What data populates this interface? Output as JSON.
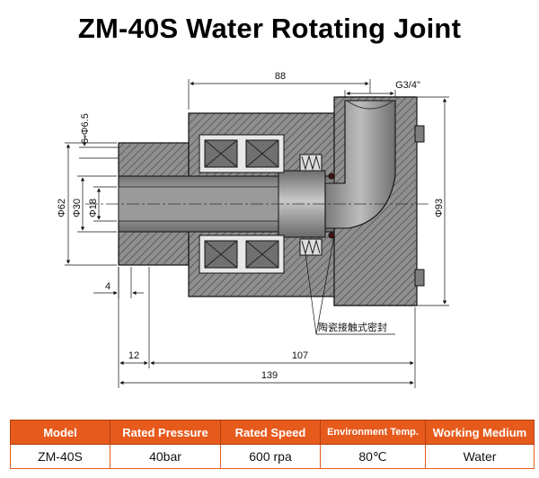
{
  "title": "ZM-40S Water Rotating Joint",
  "dimensions": {
    "overall_length_top": "88",
    "thread": "G3/4\"",
    "hole": "6-Φ6.5",
    "d62": "Φ62",
    "d30": "Φ30",
    "d18": "Φ18",
    "d93": "Φ93",
    "flange_thk": "4",
    "flange_len": "12",
    "body_len": "107",
    "total_len": "139"
  },
  "callout": "陶瓷接触式密封",
  "spec_table": {
    "headers": [
      "Model",
      "Rated Pressure",
      "Rated Speed",
      "Environment Temp.",
      "Working Medium"
    ],
    "row": [
      "ZM-40S",
      "40bar",
      "600 rpa",
      "80℃",
      "Water"
    ]
  },
  "colors": {
    "header_bg": "#e65a1c",
    "body_fill": "#8c8c8c",
    "hatch": "#3a3a3a"
  }
}
